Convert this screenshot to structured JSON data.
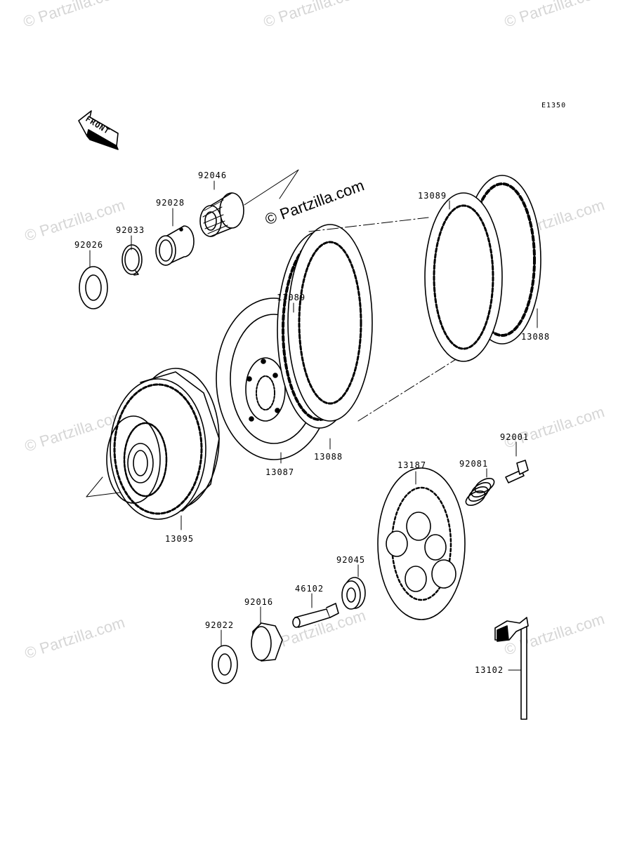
{
  "diagram_code": "E1350",
  "front_label": "FRONT",
  "copyright_main": "© Partzilla.com",
  "watermark": "© Partzilla.com",
  "parts": {
    "p92046": "92046",
    "p92028": "92028",
    "p92033": "92033",
    "p92026": "92026",
    "p13089a": "13089",
    "p13089b": "13089",
    "p13088a": "13088",
    "p13088b": "13088",
    "p13087": "13087",
    "p13095": "13095",
    "p92001": "92001",
    "p92081": "92081",
    "p13187": "13187",
    "p92045": "92045",
    "p46102": "46102",
    "p92016": "92016",
    "p92022": "92022",
    "p13102": "13102"
  }
}
